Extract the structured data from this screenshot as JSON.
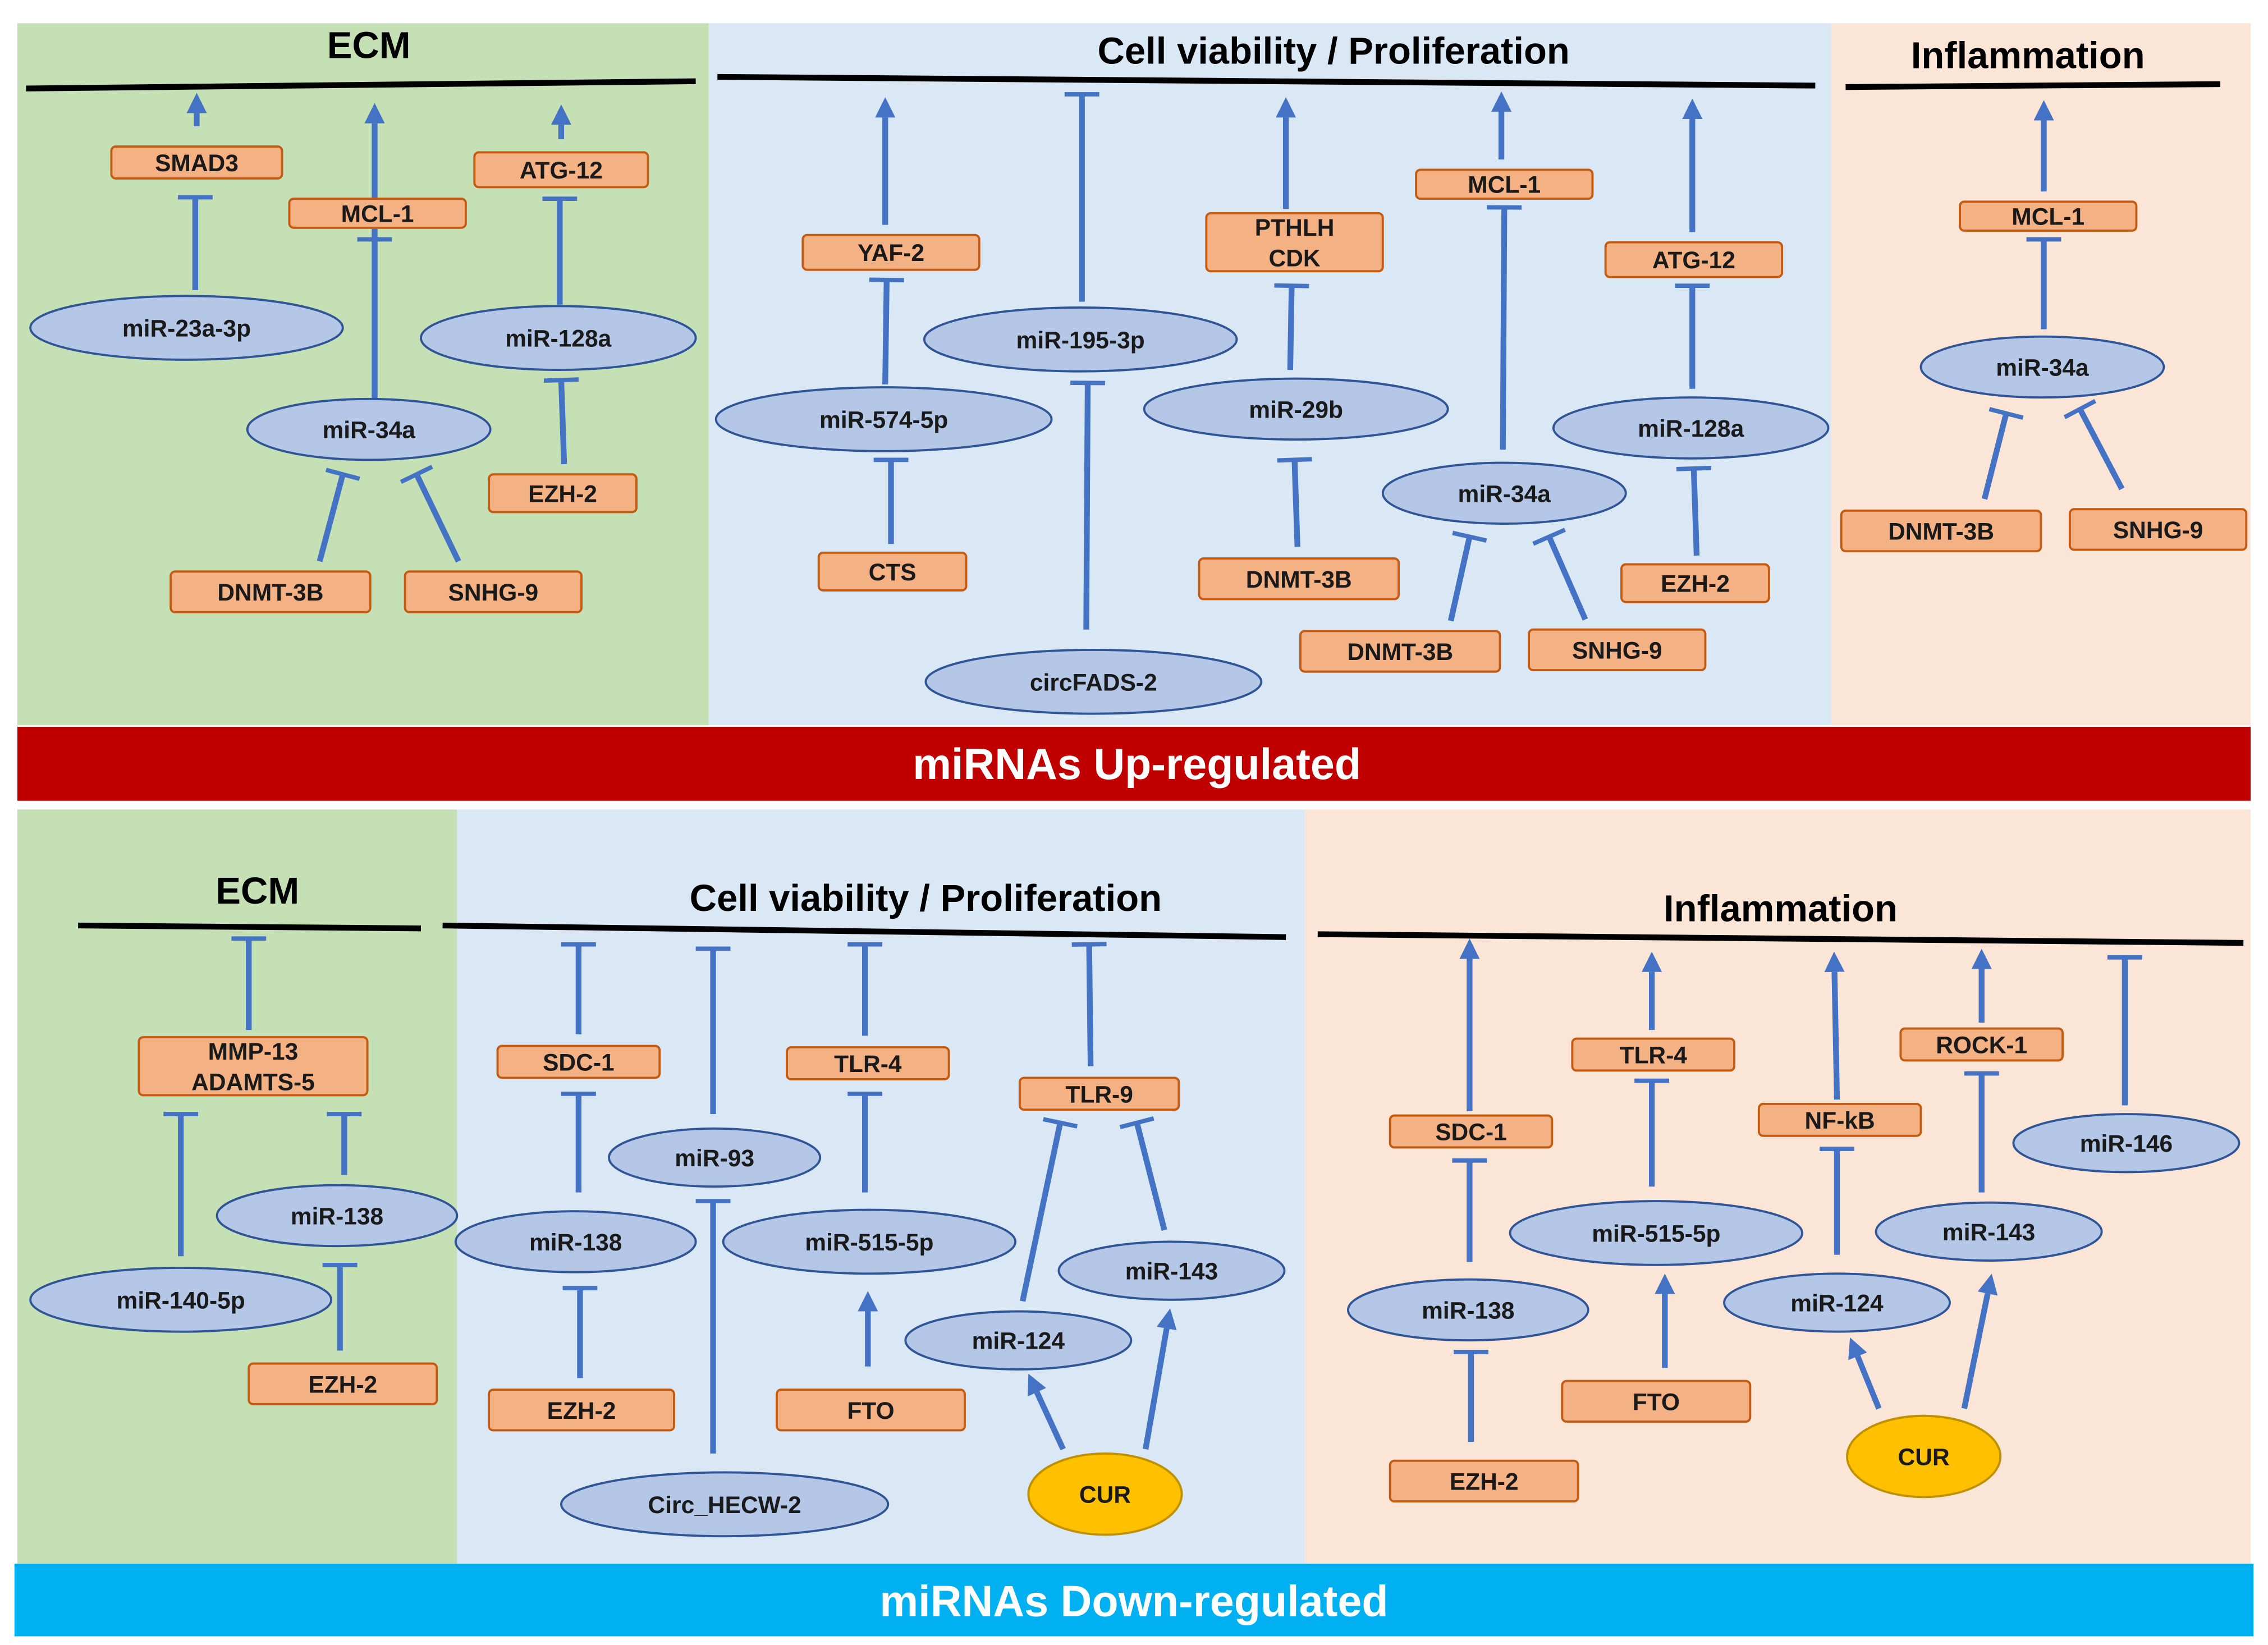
{
  "colors": {
    "ecm_panel": "#c5e0b4",
    "cell_panel": "#dae8f5",
    "inflammation_panel": "#fbe5d6",
    "up_banner": "#c00000",
    "down_banner": "#00b0f0",
    "mirna_fill": "#b4c7e7",
    "mirna_stroke": "#2f5597",
    "target_fill": "#f4b183",
    "target_stroke": "#c55a11",
    "cur_fill": "#ffc000",
    "cur_stroke": "#bf9000",
    "edge": "#4472c4"
  },
  "banners": {
    "up": "miRNAs Up-regulated",
    "down": "miRNAs Down-regulated"
  },
  "sections": {
    "up_ecm": "ECM",
    "up_cell": "Cell viability / Proliferation",
    "up_inflammation": "Inflammation",
    "down_ecm": "ECM",
    "down_cell": "Cell viability / Proliferation",
    "down_inflammation": "Inflammation"
  },
  "nodes": {
    "u_smad3": "SMAD3",
    "u_mcl1_ecm": "MCL-1",
    "u_atg12_ecm": "ATG-12",
    "u_mir23a": "miR-23a-3p",
    "u_mir128a_ecm": "miR-128a",
    "u_mir34a_ecm": "miR-34a",
    "u_ezh2_ecm": "EZH-2",
    "u_dnmt3b_ecm": "DNMT-3B",
    "u_snhg9_ecm": "SNHG-9",
    "u_yaf2": "YAF-2",
    "u_mir195": "miR-195-3p",
    "u_pthlh": [
      "PTHLH",
      "CDK"
    ],
    "u_mcl1_cell": "MCL-1",
    "u_atg12_cell": "ATG-12",
    "u_mir574": "miR-574-5p",
    "u_mir29b": "miR-29b",
    "u_mir128a_cell": "miR-128a",
    "u_mir34a_cell": "miR-34a",
    "u_cts": "CTS",
    "u_dnmt3b_cell_a": "DNMT-3B",
    "u_ezh2_cell": "EZH-2",
    "u_dnmt3b_cell_b": "DNMT-3B",
    "u_snhg9_cell": "SNHG-9",
    "u_circfads2": "circFADS-2",
    "u_mcl1_inf": "MCL-1",
    "u_mir34a_inf": "miR-34a",
    "u_dnmt3b_inf": "DNMT-3B",
    "u_snhg9_inf": "SNHG-9",
    "d_mmp13": [
      "MMP-13",
      "ADAMTS-5"
    ],
    "d_mir138_ecm": "miR-138",
    "d_mir140": "miR-140-5p",
    "d_ezh2_ecm": "EZH-2",
    "d_sdc1_cell": "SDC-1",
    "d_mir93": "miR-93",
    "d_mir138_cell": "miR-138",
    "d_ezh2_cell": "EZH-2",
    "d_circhecw2": "Circ_HECW-2",
    "d_tlr4_cell": "TLR-4",
    "d_mir515_cell": "miR-515-5p",
    "d_fto_cell": "FTO",
    "d_tlr9": "TLR-9",
    "d_mir143_cell": "miR-143",
    "d_mir124_cell": "miR-124",
    "d_cur_cell": "CUR",
    "d_sdc1_inf": "SDC-1",
    "d_mir138_inf": "miR-138",
    "d_ezh2_inf": "EZH-2",
    "d_tlr4_inf": "TLR-4",
    "d_mir515_inf": "miR-515-5p",
    "d_fto_inf": "FTO",
    "d_nfkb": "NF-kB",
    "d_mir124_inf": "miR-124",
    "d_rock1": "ROCK-1",
    "d_mir143_inf": "miR-143",
    "d_mir146": "miR-146",
    "d_cur_inf": "CUR"
  }
}
